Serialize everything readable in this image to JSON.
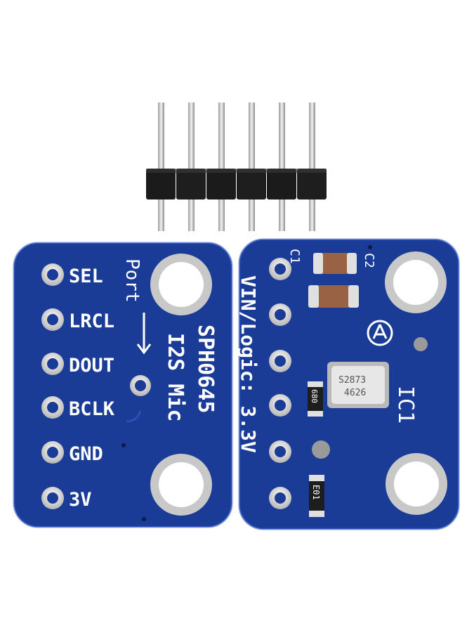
{
  "left_board": {
    "pins": [
      {
        "label": "SEL"
      },
      {
        "label": "LRCL"
      },
      {
        "label": "DOUT"
      },
      {
        "label": "BCLK"
      },
      {
        "label": "GND"
      },
      {
        "label": "3V"
      }
    ],
    "port_label": "Port",
    "title_line1": "SPH0645",
    "title_line2": "I2S Mic"
  },
  "right_board": {
    "cap_c1": "C1",
    "cap_c2": "C2",
    "side_label": "VIN/Logic: 3.3V",
    "ic_label": "IC1",
    "chip_line1": "S2873",
    "chip_line2": "4626",
    "resistor_top": "680",
    "resistor_bottom": "E01"
  },
  "colors": {
    "pcb": "#1a3b96",
    "silk": "#ffffff",
    "pad": "#d9d9d9",
    "header": "#1b1b1b"
  }
}
